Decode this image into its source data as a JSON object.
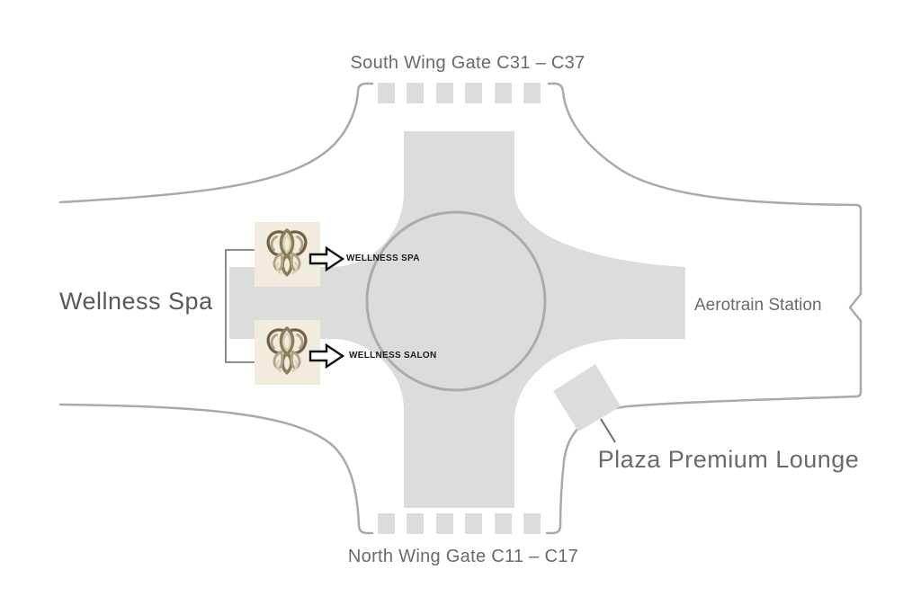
{
  "labels": {
    "south_gate": "South Wing Gate C31 – C37",
    "north_gate": "North Wing Gate C11 – C17",
    "aerotrain": "Aerotrain Station",
    "plaza_lounge": "Plaza Premium Lounge",
    "wellness_spa_title": "Wellness Spa",
    "wellness_spa_callout": "WELLNESS SPA",
    "wellness_salon_callout": "WELLNESS SALON"
  },
  "gates": {
    "south": {
      "label": "South Wing Gate C31 – C37",
      "square_count": 6
    },
    "north": {
      "label": "North Wing Gate C11 – C17",
      "square_count": 6
    }
  },
  "icons": {
    "spa_logo": "spa-ornament-logo-icon",
    "callout_arrow": "right-arrow-outline-icon",
    "lounge_marker": "diamond-marker-icon"
  },
  "colors": {
    "terminal_fill": "#dcdcda",
    "gate_square_fill": "#dcdcdc",
    "wall_stroke": "#a9a9a9",
    "circle_stroke": "#ababab",
    "bracket_stroke": "#7d7d7d",
    "spa_box_fill": "#f2ecdf",
    "logo_dark": "#6f6148",
    "logo_mid": "#8d7c5a",
    "logo_light": "#b3a486",
    "logo_pale": "#d9d0ba",
    "label_dark_text": "#595959",
    "label_gray_text": "#6a6a6a",
    "callout_text": "#1a1a1a"
  }
}
